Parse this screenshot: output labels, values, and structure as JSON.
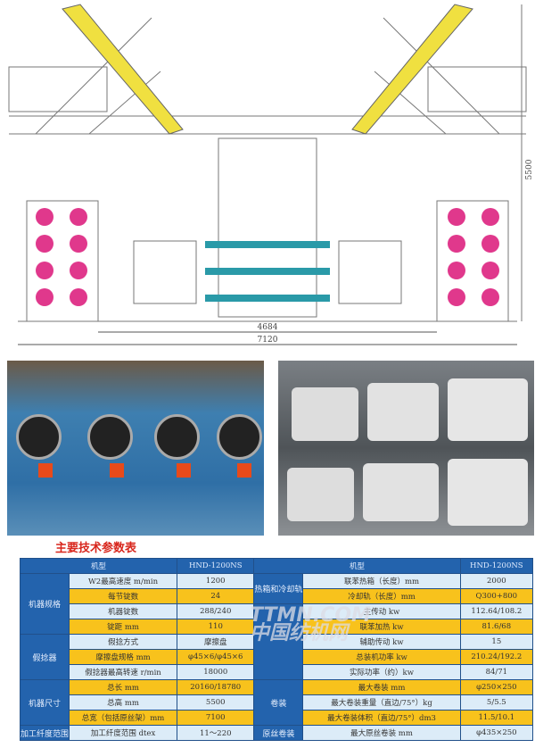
{
  "drawing": {
    "dim_height": "5500",
    "dim_inner_width": "4684",
    "dim_total_width": "7120"
  },
  "title": "主要技术参数表",
  "table": {
    "header": {
      "left_label": "机型",
      "left_value": "HND-1200NS",
      "right_label": "机型",
      "right_value": "HND-1200NS"
    },
    "left_groups": [
      "机器规格",
      "假捻器",
      "机器尺寸",
      "加工纤度范围"
    ],
    "right_groups": [
      "热箱和冷却轨",
      "",
      "卷装",
      "原丝卷装"
    ],
    "rows": [
      {
        "lp": "W2最高速度 m/min",
        "lv": "1200",
        "rp": "联苯热箱（长度）mm",
        "rv": "2000"
      },
      {
        "lp": "每节锭数",
        "lv": "24",
        "rp": "冷却轨（长度）mm",
        "rv": "Q300+800"
      },
      {
        "lp": "机器锭数",
        "lv": "288/240",
        "rp": "主传动 kw",
        "rv": "112.64/108.2"
      },
      {
        "lp": "锭距 mm",
        "lv": "110",
        "rp": "联苯加热 kw",
        "rv": "81.6/68"
      },
      {
        "lp": "假捻方式",
        "lv": "摩擦盘",
        "rp": "辅助传动 kw",
        "rv": "15"
      },
      {
        "lp": "摩擦盘规格 mm",
        "lv": "φ45×6/φ45×6",
        "rp": "总装机功率 kw",
        "rv": "210.24/192.2"
      },
      {
        "lp": "假捻器最高转速 r/min",
        "lv": "18000",
        "rp": "实际功率（约）kw",
        "rv": "84/71"
      },
      {
        "lp": "总长 mm",
        "lv": "20160/18780",
        "rp": "最大卷装 mm",
        "rv": "φ250×250"
      },
      {
        "lp": "总高 mm",
        "lv": "5500",
        "rp": "最大卷装重量（直边/75°）kg",
        "rv": "5/5.5"
      },
      {
        "lp": "总宽（包括原丝架）mm",
        "lv": "7100",
        "rp": "最大卷装体积（直边/75°）dm3",
        "rv": "11.5/10.1"
      },
      {
        "lp": "加工纤度范围 dtex",
        "lv": "11～220",
        "rp": "最大原丝卷装 mm",
        "rv": "φ435×250"
      }
    ]
  },
  "watermark": {
    "line1": "TTMN.COM",
    "line2": "中国纺机网"
  },
  "colors": {
    "blue": "#2363ad",
    "yellow": "#f8c21c",
    "light": "#dcecf8",
    "title_red": "#d8261c"
  }
}
